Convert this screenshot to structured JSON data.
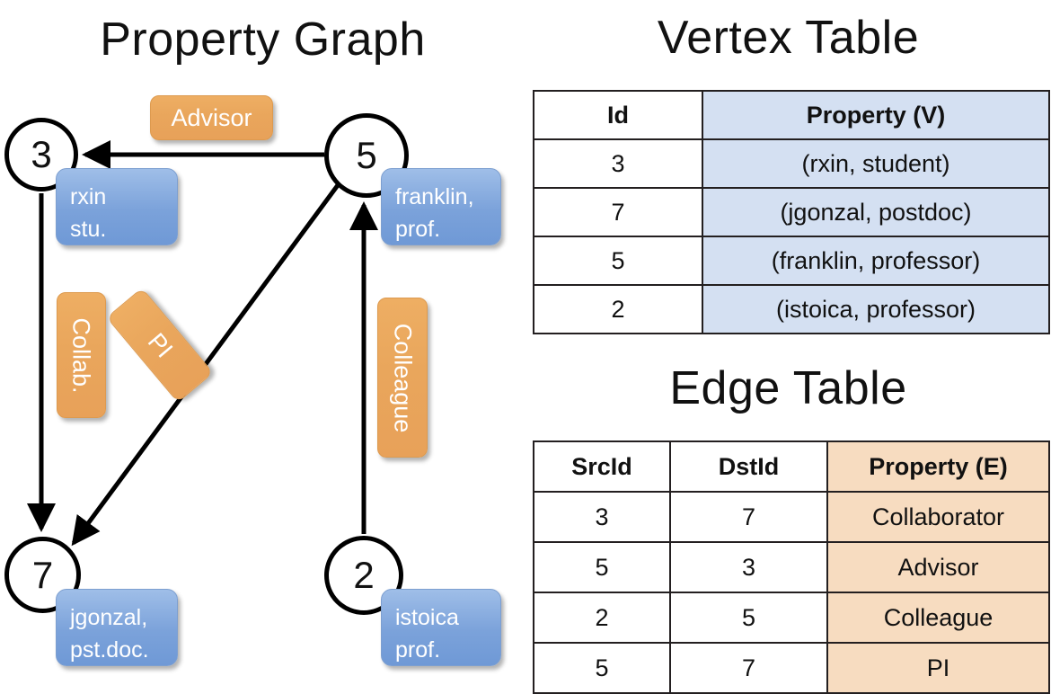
{
  "titles": {
    "graph": "Property Graph",
    "vertex_table": "Vertex Table",
    "edge_table": "Edge Table"
  },
  "graph": {
    "nodes": [
      {
        "id": "3",
        "property": "rxin\nstu.",
        "name_line": "rxin",
        "role_line": "stu."
      },
      {
        "id": "5",
        "property": "franklin, prof.",
        "name_line": "franklin,",
        "role_line": "prof."
      },
      {
        "id": "7",
        "property": "jgonzal, pst.doc.",
        "name_line": "jgonzal,",
        "role_line": "pst.doc."
      },
      {
        "id": "2",
        "property": "istoica prof.",
        "name_line": "istoica",
        "role_line": "prof."
      }
    ],
    "edge_labels": [
      {
        "key": "advisor",
        "label": "Advisor",
        "orientation": "horizontal"
      },
      {
        "key": "collab",
        "label": "Collab.",
        "orientation": "vertical"
      },
      {
        "key": "pi",
        "label": "PI",
        "orientation": "rotated"
      },
      {
        "key": "colleague",
        "label": "Colleague",
        "orientation": "vertical"
      }
    ]
  },
  "vertex_table": {
    "headers": [
      "Id",
      "Property (V)"
    ],
    "rows": [
      {
        "id": "3",
        "property": "(rxin, student)"
      },
      {
        "id": "7",
        "property": "(jgonzal, postdoc)"
      },
      {
        "id": "5",
        "property": "(franklin, professor)"
      },
      {
        "id": "2",
        "property": "(istoica, professor)"
      }
    ]
  },
  "edge_table": {
    "headers": [
      "SrcId",
      "DstId",
      "Property (E)"
    ],
    "rows": [
      {
        "src": "3",
        "dst": "7",
        "property": "Collaborator"
      },
      {
        "src": "5",
        "dst": "3",
        "property": "Advisor"
      },
      {
        "src": "2",
        "dst": "5",
        "property": "Colleague"
      },
      {
        "src": "5",
        "dst": "7",
        "property": "PI"
      }
    ]
  },
  "colors": {
    "vertex_property_fill": "#d4e0f2",
    "edge_property_fill": "#f7dcc0",
    "vertex_box": "#7ba2da",
    "edge_box": "#e9a65c",
    "stroke": "#000000"
  }
}
